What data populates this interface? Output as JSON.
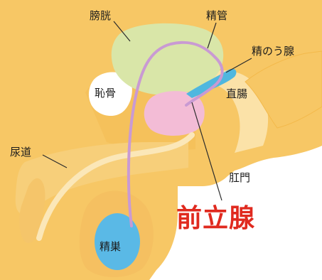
{
  "labels": {
    "bladder": "膀胱",
    "vas_deferens": "精管",
    "seminal_vesicle": "精のう腺",
    "pubic_bone": "恥骨",
    "rectum": "直腸",
    "urethra": "尿道",
    "anus": "肛門",
    "prostate": "前立腺",
    "testis": "精巣"
  },
  "colors": {
    "body": "#f7c765",
    "body_dark": "#f1b64a",
    "bladder": "#d9e6a8",
    "prostate": "#f3bcd6",
    "seminal_vesicle": "#4fb7df",
    "testis": "#5ab9e6",
    "vas_deferens": "#c99ad3",
    "urethra_shaft": "#f8e1a9",
    "highlight_text": "#e02a1f"
  }
}
